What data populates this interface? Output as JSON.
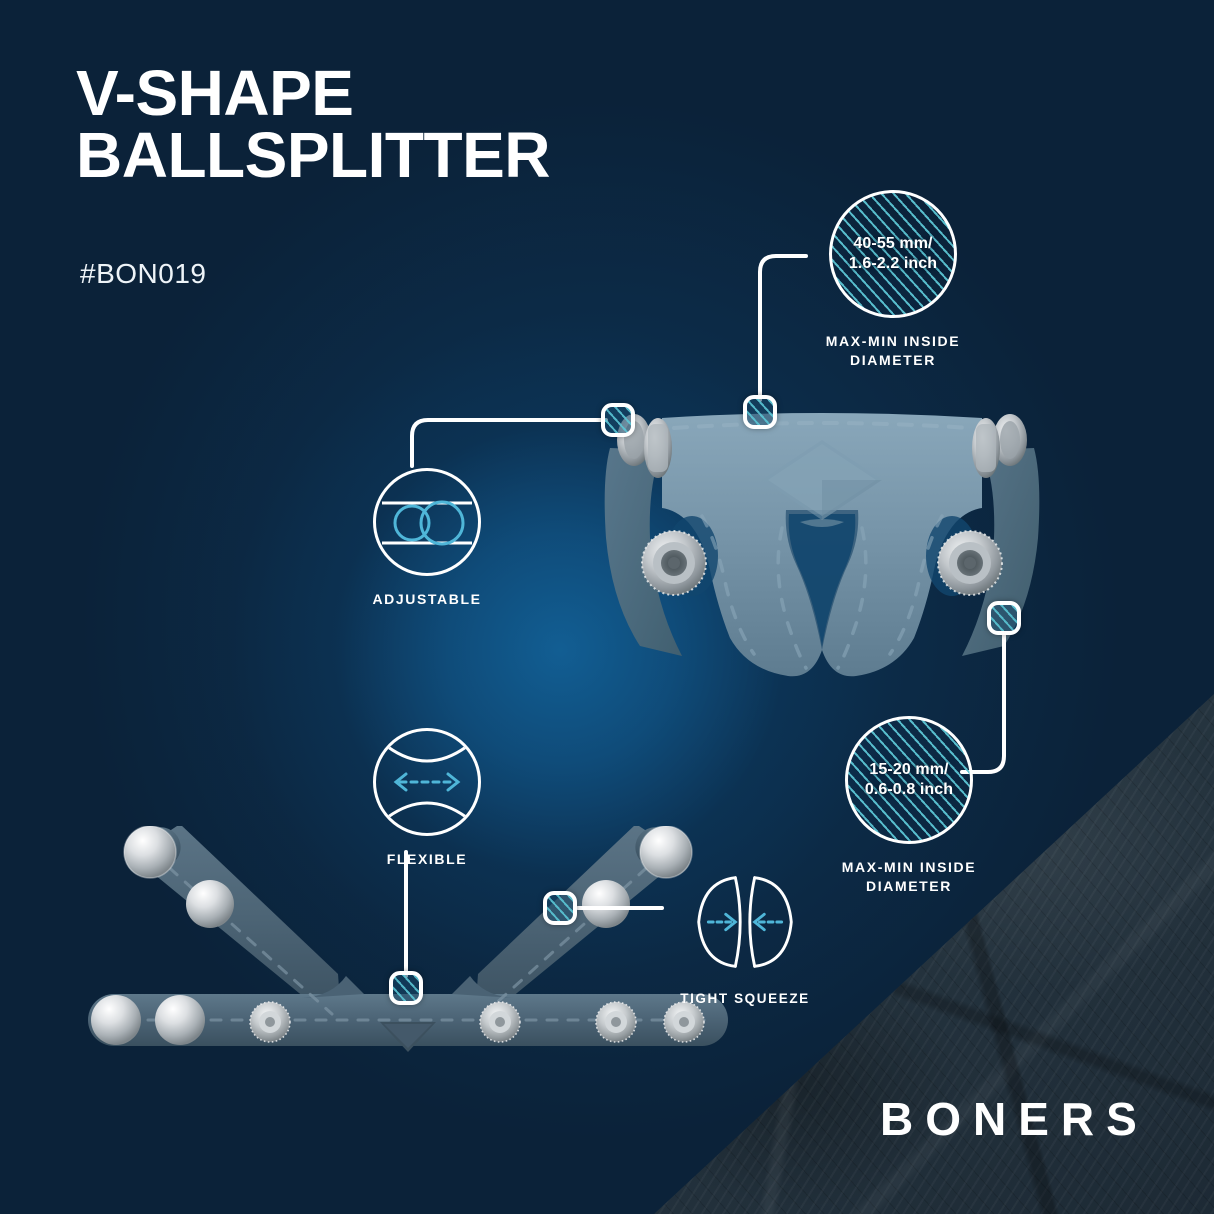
{
  "meta": {
    "background_color": "#0b2239",
    "glow_color": "#0e5182",
    "accent_color": "#5bc4d3",
    "text_color": "#ffffff",
    "stone_color": "#25343f"
  },
  "header": {
    "title_line1": "V-SHAPE",
    "title_line2": "BALLSPLITTER",
    "sku": "#BON019"
  },
  "brand": {
    "logo": "BONERS"
  },
  "callouts": [
    {
      "id": "diameter-top",
      "value": "40-55 mm/",
      "value2": "1.6-2.2 inch",
      "caption_line1": "MAX-MIN INSIDE",
      "caption_line2": "DIAMETER",
      "icon": "hatched-circle-icon"
    },
    {
      "id": "diameter-bottom",
      "value": "15-20 mm/",
      "value2": "0.6-0.8 inch",
      "caption_line1": "MAX-MIN INSIDE",
      "caption_line2": "DIAMETER",
      "icon": "hatched-circle-icon"
    },
    {
      "id": "adjustable",
      "caption_line1": "ADJUSTABLE",
      "caption_line2": "",
      "icon": "two-rings-between-lines-icon"
    },
    {
      "id": "flexible",
      "caption_line1": "FLEXIBLE",
      "caption_line2": "",
      "icon": "stretch-arrows-icon"
    },
    {
      "id": "tight-squeeze",
      "caption_line1": "TIGHT SQUEEZE",
      "caption_line2": "",
      "icon": "squeeze-arrows-icon"
    }
  ],
  "product": {
    "view_top": "ballsplitter-assembled-view",
    "view_bottom": "ballsplitter-flat-v-shape-view",
    "material_color": "#6f8fa3",
    "hardware_color": "#c9cdd1"
  }
}
